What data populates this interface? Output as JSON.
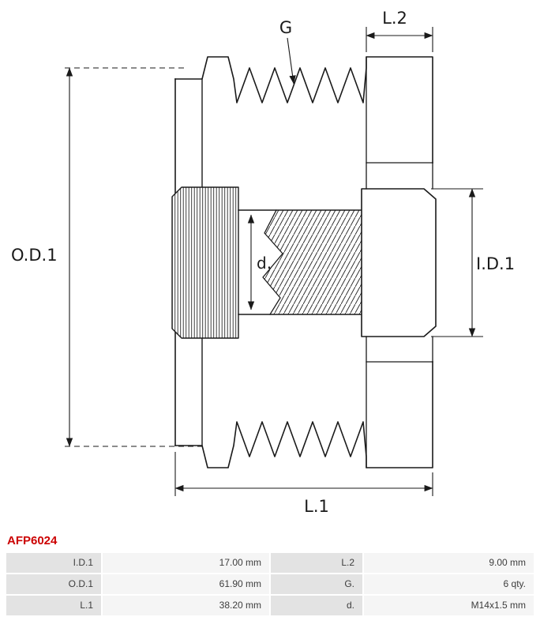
{
  "part_number": "AFP6024",
  "colors": {
    "part_number_red": "#cc0000",
    "drawing_line": "#1a1a1a",
    "table_label_bg": "#e3e3e3",
    "table_value_bg": "#f5f5f5"
  },
  "drawing": {
    "type": "alternator-freewheel-pulley-cross-section",
    "labels": {
      "g": "G",
      "l2": "L.2",
      "od1": "O.D.1",
      "id1": "I.D.1",
      "d": "d.",
      "l1": "L.1"
    }
  },
  "spec_table": {
    "rows": [
      {
        "label1": "I.D.1",
        "value1": "17.00 mm",
        "label2": "L.2",
        "value2": "9.00 mm"
      },
      {
        "label1": "O.D.1",
        "value1": "61.90 mm",
        "label2": "G.",
        "value2": "6 qty."
      },
      {
        "label1": "L.1",
        "value1": "38.20 mm",
        "label2": "d.",
        "value2": "M14x1.5 mm"
      }
    ]
  }
}
